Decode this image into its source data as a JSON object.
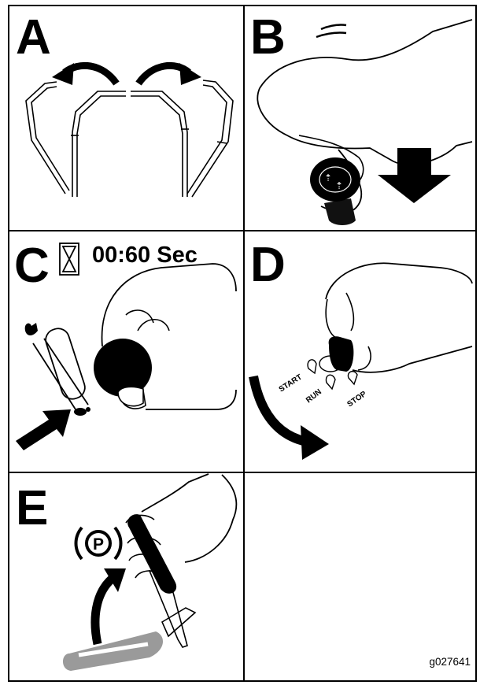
{
  "panels": [
    {
      "letter": "A"
    },
    {
      "letter": "B"
    },
    {
      "letter": "C",
      "timer": "00:60 Sec"
    },
    {
      "letter": "D",
      "switch_positions": [
        "START",
        "RUN",
        "STOP"
      ]
    },
    {
      "letter": "E",
      "parking_symbol": "P"
    },
    {
      "letter": ""
    }
  ],
  "figure_id": "g027641",
  "icons": [
    "hourglass-icon",
    "rabbit-icon",
    "turtle-icon",
    "parking-brake-icon"
  ]
}
